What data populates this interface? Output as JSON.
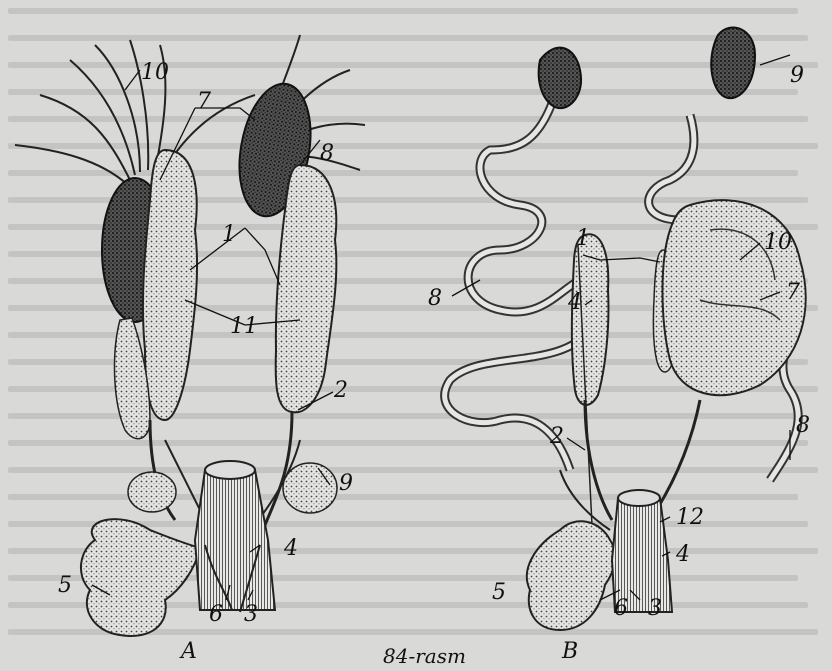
{
  "figure": {
    "caption": "84-rasm",
    "panel_a_letter": "A",
    "panel_b_letter": "B",
    "labels_a": [
      "10",
      "7",
      "8",
      "1",
      "11",
      "2",
      "9",
      "5",
      "4",
      "6",
      "3"
    ],
    "labels_b": [
      "9",
      "1",
      "4",
      "10",
      "7",
      "8",
      "8",
      "2",
      "12",
      "4",
      "5",
      "6",
      "3"
    ]
  }
}
